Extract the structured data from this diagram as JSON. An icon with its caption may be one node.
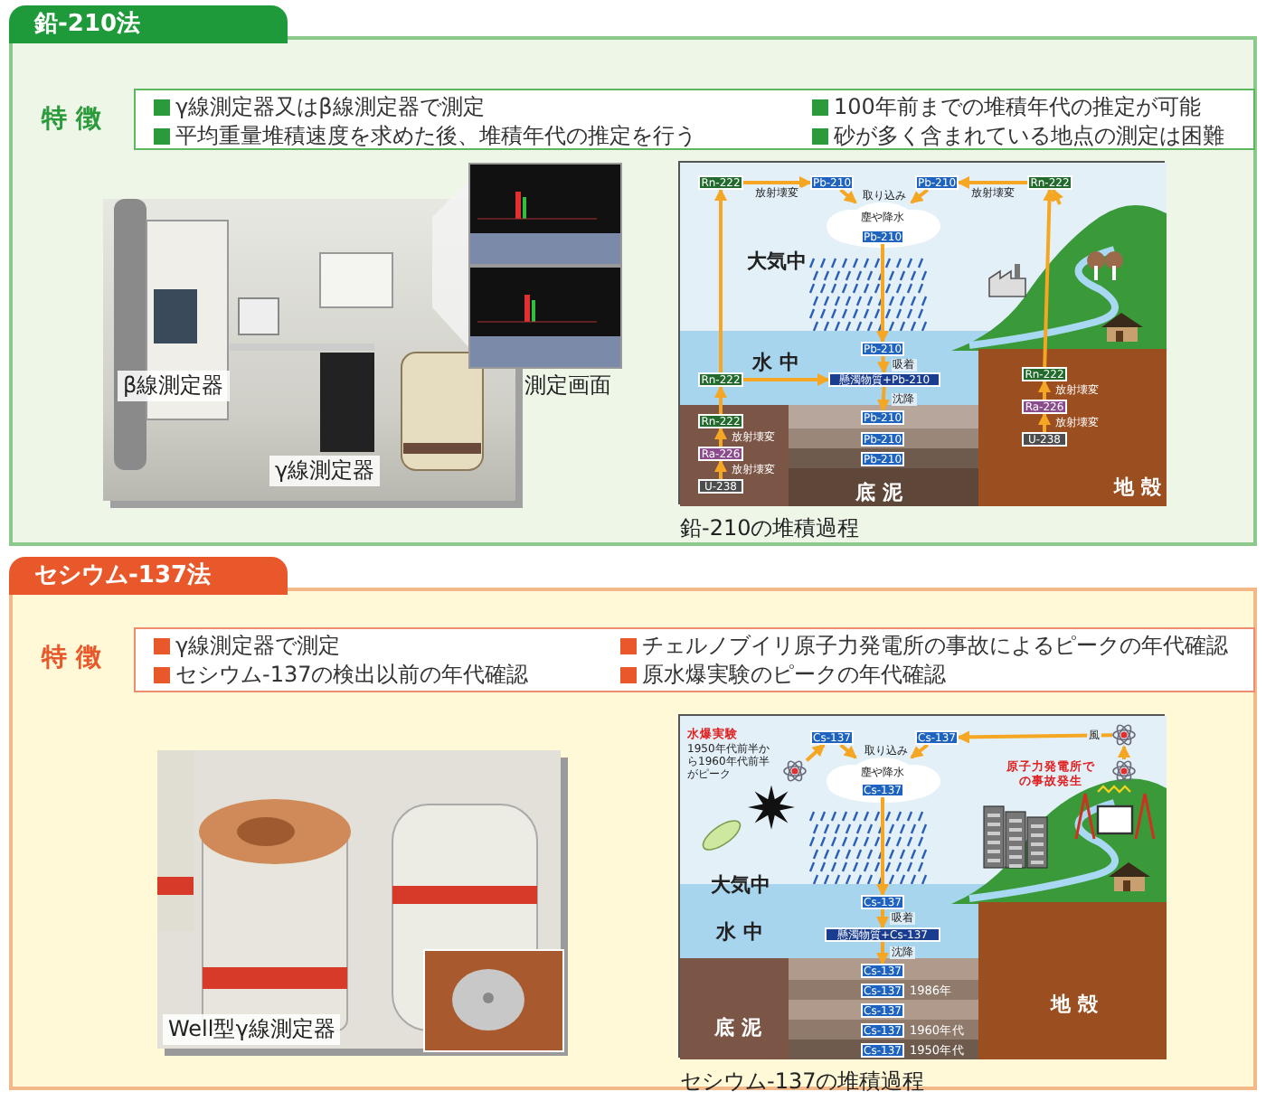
{
  "diagram": {
    "nodes": [
      {
        "text": [
          "鉛-210法"
        ]
      },
      {
        "text": [
          "特 徴",
          "γ線測定器又はβ線測定器で測定",
          "100年前までの堆積年代の推定が可能",
          "平均重量堆積速度を求めた後、堆積年代の推定を行う",
          "砂が多く含まれている地点の測定は困難"
        ],
        "in": 0
      },
      {
        "text": [
          "鉛-210の堆積過程"
        ],
        "in": 0
      },
      {
        "text": [
          "Rn-222"
        ],
        "in": 2
      },
      {
        "text": [
          "Pb-210"
        ],
        "in": 2
      },
      {
        "text": [
          "Pb-210"
        ],
        "in": 2
      },
      {
        "text": [
          "Rn-222"
        ],
        "in": 2
      },
      {
        "text": [
          "塵や降水"
        ],
        "in": 2
      },
      {
        "text": [
          "Pb-210"
        ],
        "in": 7
      },
      {
        "text": [
          "Pb-210"
        ],
        "in": 2
      },
      {
        "text": [
          "懸濁物質+Pb-210"
        ],
        "in": 2
      },
      {
        "text": [
          "Rn-222"
        ],
        "in": 2
      },
      {
        "text": [
          "Pb-210"
        ],
        "in": 2
      },
      {
        "text": [
          "Pb-210"
        ],
        "in": 2
      },
      {
        "text": [
          "Pb-210"
        ],
        "in": 2
      },
      {
        "text": [
          "Rn-222"
        ],
        "in": 2
      },
      {
        "text": [
          "Ra-226"
        ],
        "in": 2
      },
      {
        "text": [
          "U-238"
        ],
        "in": 2
      },
      {
        "text": [
          "Rn-222"
        ],
        "in": 2
      },
      {
        "text": [
          "Ra-226"
        ],
        "in": 2
      },
      {
        "text": [
          "U-238"
        ],
        "in": 2
      },
      {
        "text": [
          "セシウム-137法"
        ]
      },
      {
        "text": [
          "特 徴",
          "γ線測定器で測定",
          "チェルノブイリ原子力発電所の事故によるピークの年代確認",
          "セシウム-137の検出以前の年代確認",
          "原水爆実験のピークの年代確認"
        ],
        "in": 21
      },
      {
        "text": [
          "セシウム-137の堆積過程"
        ],
        "in": 21
      },
      {
        "text": [],
        "shape": "picture",
        "in": 23
      },
      {
        "text": [
          "Cs-137"
        ],
        "in": 23
      },
      {
        "text": [
          "Cs-137"
        ],
        "in": 23
      },
      {
        "text": [],
        "shape": "picture",
        "in": 23
      },
      {
        "text": [],
        "shape": "picture",
        "in": 23
      },
      {
        "text": [
          "塵や降水"
        ],
        "in": 23
      },
      {
        "text": [
          "Cs-137"
        ],
        "in": 29
      },
      {
        "text": [
          "Cs-137"
        ],
        "in": 23
      },
      {
        "text": [
          "懸濁物質+Cs-137"
        ],
        "in": 23
      },
      {
        "text": [
          "Cs-137"
        ],
        "in": 23
      },
      {
        "text": [
          "Cs-137"
        ],
        "beside": [
          "1986年"
        ],
        "in": 23
      },
      {
        "text": [
          "Cs-137"
        ],
        "in": 23
      },
      {
        "text": [
          "Cs-137"
        ],
        "beside": [
          "1960年代"
        ],
        "in": 23
      },
      {
        "text": [
          "Cs-137"
        ],
        "beside": [
          "1950年代"
        ],
        "in": 23
      }
    ],
    "edges": [
      {
        "from": 3,
        "to": 4,
        "arrow": "to",
        "label": "放射壊変"
      },
      {
        "from": 6,
        "to": 5,
        "arrow": "to",
        "label": "放射壊変"
      },
      {
        "from": 4,
        "to": 7,
        "arrow": "to"
      },
      {
        "from": 5,
        "to": 7,
        "arrow": "to"
      },
      {
        "from": 8,
        "to": 9,
        "arrow": "to"
      },
      {
        "from": 9,
        "to": 10,
        "arrow": "to",
        "label": "吸着"
      },
      {
        "from": 10,
        "to": 12,
        "arrow": "to",
        "label": "沈降"
      },
      {
        "from": 11,
        "to": 10,
        "arrow": "to"
      },
      {
        "from": 15,
        "to": 11,
        "arrow": "to"
      },
      {
        "from": 11,
        "to": 3,
        "arrow": "to"
      },
      {
        "from": 16,
        "to": 15,
        "arrow": "to",
        "label": "放射壊変"
      },
      {
        "from": 17,
        "to": 16,
        "arrow": "to",
        "label": "放射壊変"
      },
      {
        "from": 19,
        "to": 18,
        "arrow": "to",
        "label": "放射壊変"
      },
      {
        "from": 20,
        "to": 19,
        "arrow": "to",
        "label": "放射壊変"
      },
      {
        "from": 18,
        "to": 6,
        "arrow": "to"
      },
      {
        "from": null,
        "to": 6,
        "arrow": "to"
      },
      {
        "from": 24,
        "to": 25,
        "arrow": "to"
      },
      {
        "from": 25,
        "to": 29,
        "arrow": "to"
      },
      {
        "from": 26,
        "to": 29,
        "arrow": "to"
      },
      {
        "from": 27,
        "to": 26,
        "arrow": "to",
        "label": "風"
      },
      {
        "from": 28,
        "to": 27,
        "arrow": "to"
      },
      {
        "from": 30,
        "to": 31,
        "arrow": "to"
      },
      {
        "from": 31,
        "to": 32,
        "arrow": "to",
        "label": "吸着"
      },
      {
        "from": 32,
        "to": 33,
        "arrow": "to",
        "label": "沈降"
      }
    ],
    "labels": [
      "β線測定器",
      "測定画面",
      "γ線測定器",
      "取り込み",
      "大気中",
      "水 中",
      "底 泥",
      "地 殻",
      "水爆実験",
      "1950年代前半から1960年代前半がピーク",
      "取り込み",
      "原子力発電所での事故発生",
      "大気中",
      "水 中",
      "底 泥",
      "地 殻",
      "Well型γ線測定器"
    ]
  }
}
